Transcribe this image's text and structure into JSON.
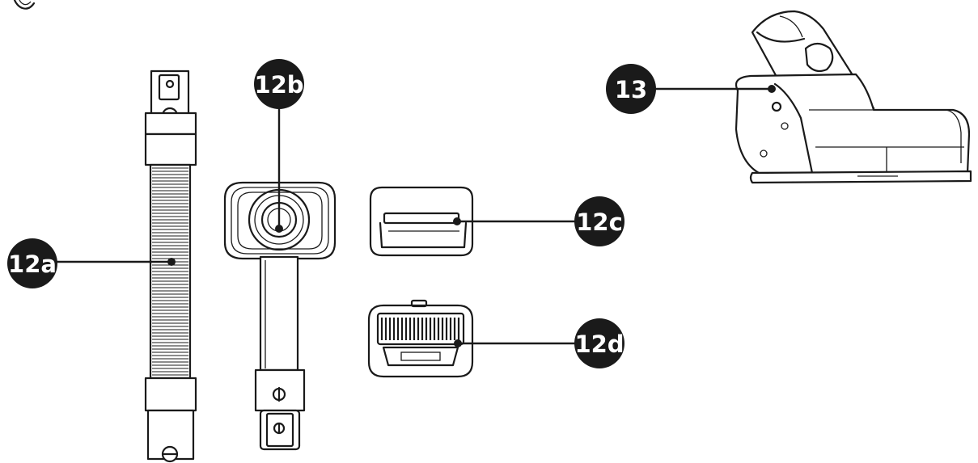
{
  "callouts": {
    "c12a": {
      "label": "12a"
    },
    "c12b": {
      "label": "12b"
    },
    "c12c": {
      "label": "12c"
    },
    "c12d": {
      "label": "12d"
    },
    "c13": {
      "label": "13"
    }
  },
  "parts": [
    {
      "id": "12a",
      "icon": "flexible-extension-hose-icon"
    },
    {
      "id": "12b",
      "icon": "soft-dusting-brush-icon"
    },
    {
      "id": "12c",
      "icon": "crevice-adapter-icon"
    },
    {
      "id": "12d",
      "icon": "bristle-brush-icon"
    },
    {
      "id": "13",
      "icon": "mini-motorized-brush-icon"
    }
  ]
}
